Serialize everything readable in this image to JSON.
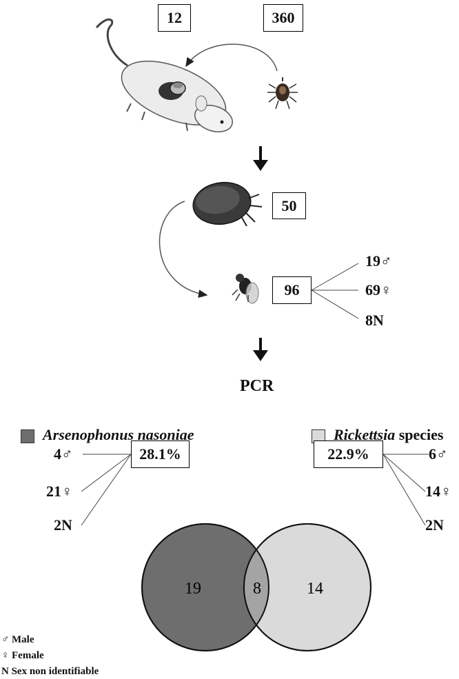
{
  "top": {
    "box_left": "12",
    "box_right": "360"
  },
  "middle": {
    "box_tick": "50",
    "box_fly": "96",
    "sex_male": "19♂",
    "sex_female": "69♀",
    "sex_n": "8N"
  },
  "pcr_label": "PCR",
  "legend": {
    "arsenophonus": "Arsenophonus nasoniae",
    "rickettsia_italic": "Rickettsia",
    "rickettsia_rest": " species"
  },
  "arsenophonus_stats": {
    "percent": "28.1%",
    "male": "4♂",
    "female": "21♀",
    "n": "2N"
  },
  "rickettsia_stats": {
    "percent": "22.9%",
    "male": "6♂",
    "female": "14♀",
    "n": "2N"
  },
  "venn": {
    "left_only": "19",
    "overlap": "8",
    "right_only": "14"
  },
  "key": {
    "male": "♂ Male",
    "female": "♀ Female",
    "n": "N Sex non identifiable"
  },
  "colors": {
    "arsenophonus": "#6e6e6e",
    "rickettsia": "#dadada",
    "overlap": "#a4a4a4"
  }
}
